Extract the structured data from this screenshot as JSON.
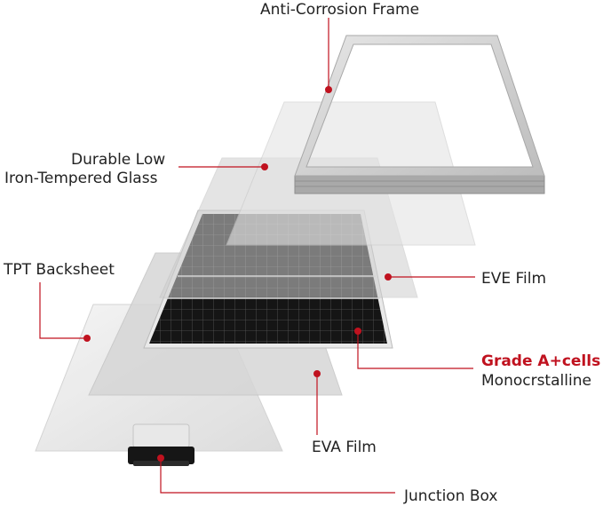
{
  "colors": {
    "accent": "#c0121f",
    "leader": "#c0121f",
    "text": "#222222"
  },
  "labels": {
    "frame": "Anti-Corrosion Frame",
    "glass_line1": "Durable Low",
    "glass_line2": "Iron-Tempered Glass",
    "tpt": "TPT Backsheet",
    "eve": "EVE Film",
    "cells_grade": "Grade A+cells",
    "cells_type": "Monocrstalline",
    "eva": "EVA Film",
    "junction": "Junction Box"
  }
}
